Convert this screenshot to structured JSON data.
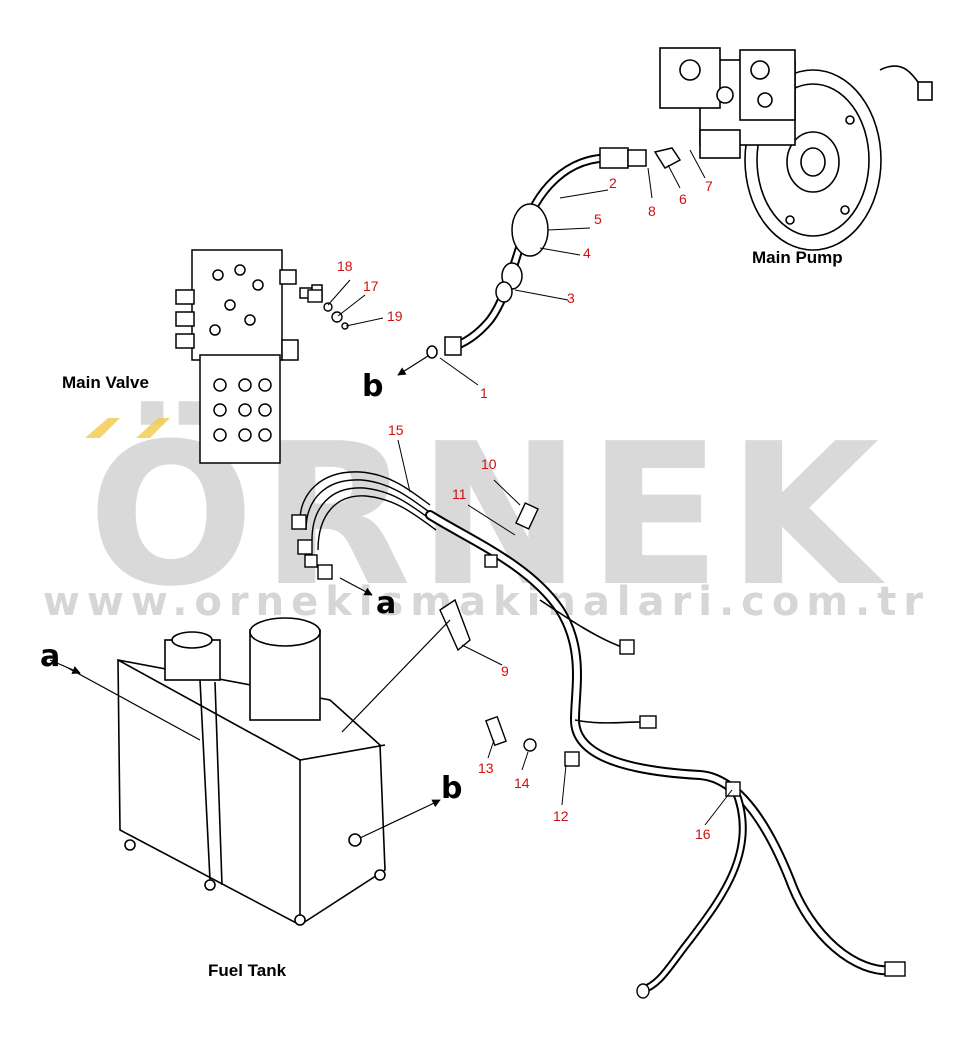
{
  "watermark": {
    "brand": "ÖRNEK",
    "url": "www.ornekismakinalari.com.tr"
  },
  "components": {
    "main_pump": "Main Pump",
    "main_valve": "Main Valve",
    "fuel_tank": "Fuel Tank"
  },
  "reference_letters": {
    "a_upper": "a",
    "a_left": "a",
    "b_upper": "b",
    "b_right": "b"
  },
  "part_numbers": {
    "p1": "1",
    "p2": "2",
    "p3": "3",
    "p4": "4",
    "p5": "5",
    "p6": "6",
    "p7": "7",
    "p8": "8",
    "p9": "9",
    "p10": "10",
    "p11": "11",
    "p12": "12",
    "p13": "13",
    "p14": "14",
    "p15": "15",
    "p16": "16",
    "p17": "17",
    "p18": "18",
    "p19": "19"
  },
  "colors": {
    "line": "#000000",
    "callout_number": "#d01010",
    "watermark": "#d9d9d9",
    "watermark_accent": "#f2c94c"
  }
}
